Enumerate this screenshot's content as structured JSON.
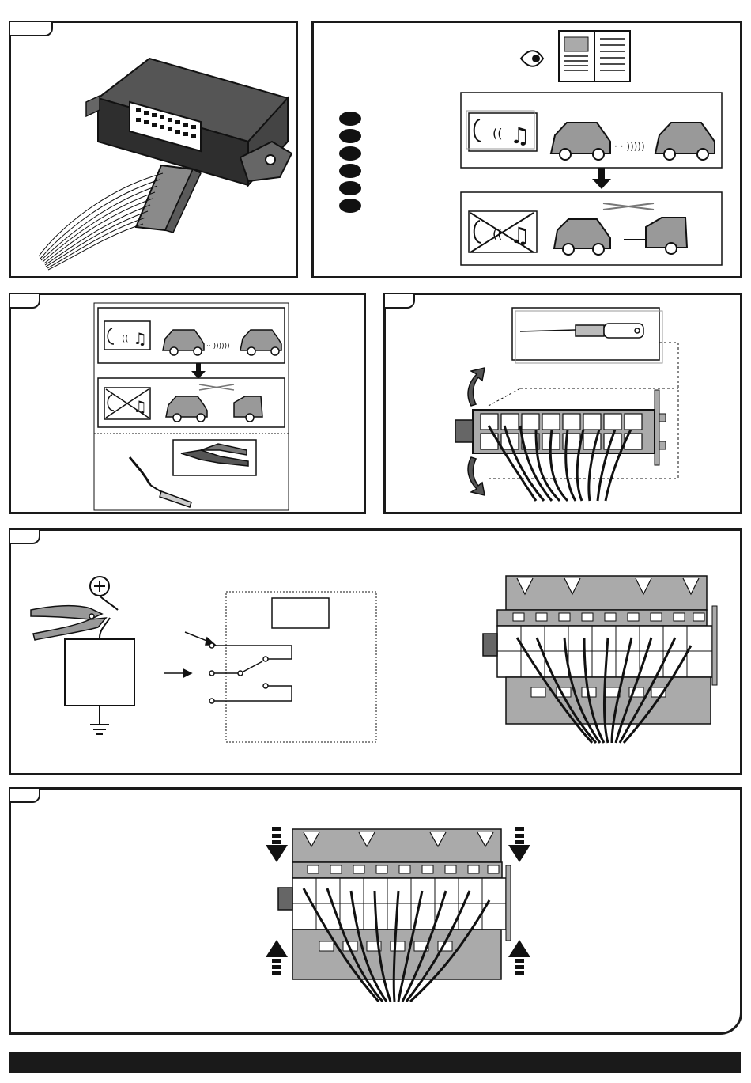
{
  "colors": {
    "line": "#1a1a1a",
    "connector_gray": "#9b9b9b",
    "module_dark": "#3a3a3a",
    "background": "#ffffff"
  },
  "icons": [
    "eye-icon",
    "manual-book-icon",
    "ear-icon",
    "music-note-icon",
    "car-icon",
    "trailer-icon",
    "crimp-tool-icon",
    "screwdriver-icon",
    "cutter-pliers-icon",
    "plus-symbol-icon",
    "ground-symbol-icon",
    "arrow-icon"
  ],
  "panels": [
    {
      "id": "panel-1",
      "content": "control-module-with-connector"
    },
    {
      "id": "panel-2",
      "content": "read-manual-and-sound-test",
      "bullet_count": 6
    },
    {
      "id": "panel-3",
      "content": "sound-test-and-crimp"
    },
    {
      "id": "panel-4",
      "content": "connector-unlock-with-tool"
    },
    {
      "id": "panel-5",
      "content": "wiring-schematic-and-connector"
    },
    {
      "id": "panel-6",
      "content": "connector-assembly"
    }
  ]
}
